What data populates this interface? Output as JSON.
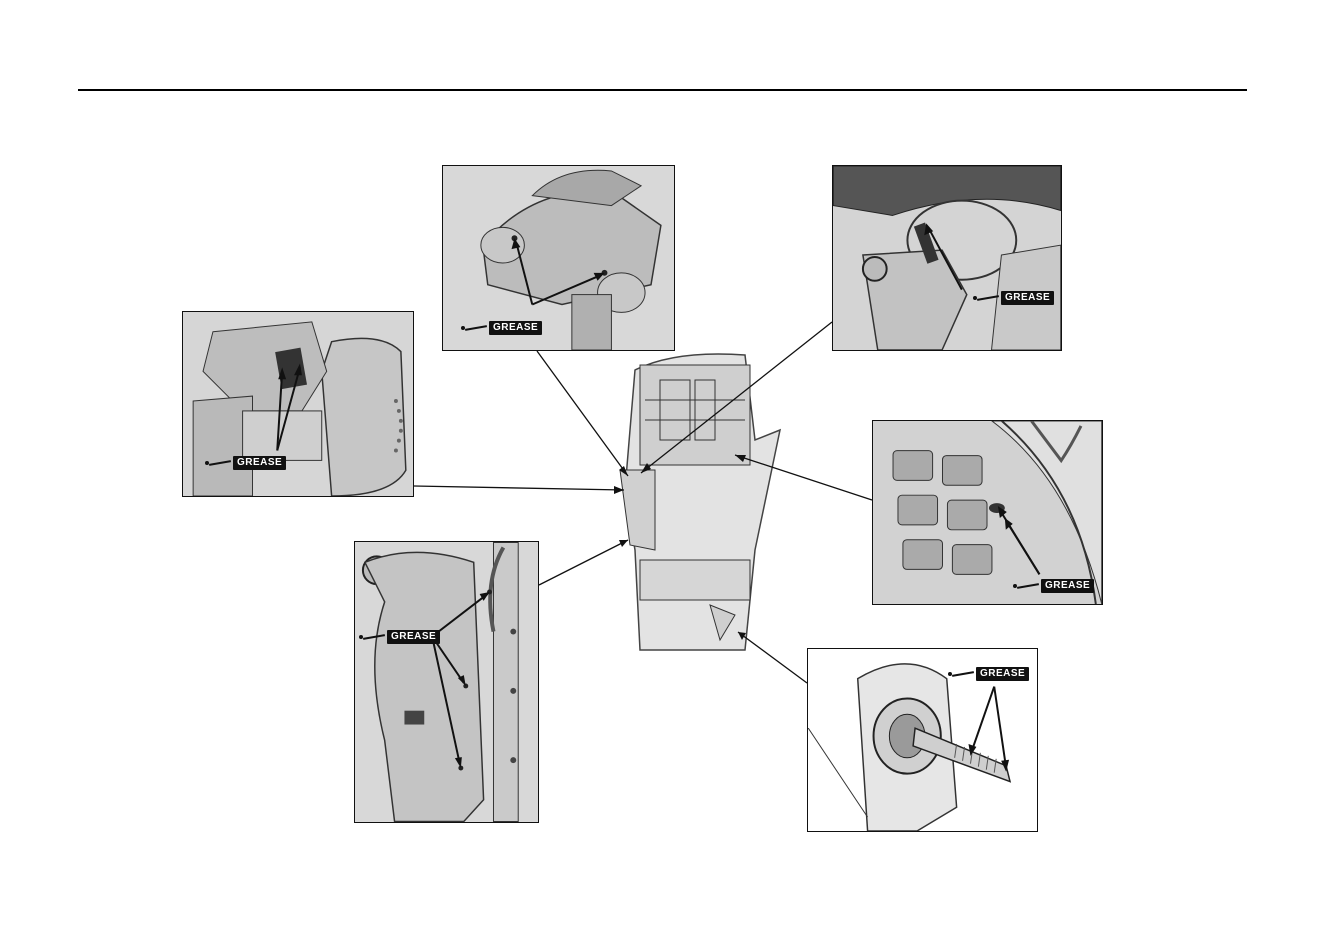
{
  "labels": {
    "grease_top_left": "GREASE",
    "grease_top_right": "GREASE",
    "grease_left": "GREASE",
    "grease_right": "GREASE",
    "grease_bottom_left": "GREASE",
    "grease_bottom_right": "GREASE"
  },
  "colors": {
    "panel_background": "#dcdcdc",
    "line": "#111111",
    "label_background": "#111111",
    "label_text": "#ffffff"
  },
  "icons": [
    "grease-gun-icon",
    "arrow-icon",
    "outboard-motor-illustration"
  ]
}
